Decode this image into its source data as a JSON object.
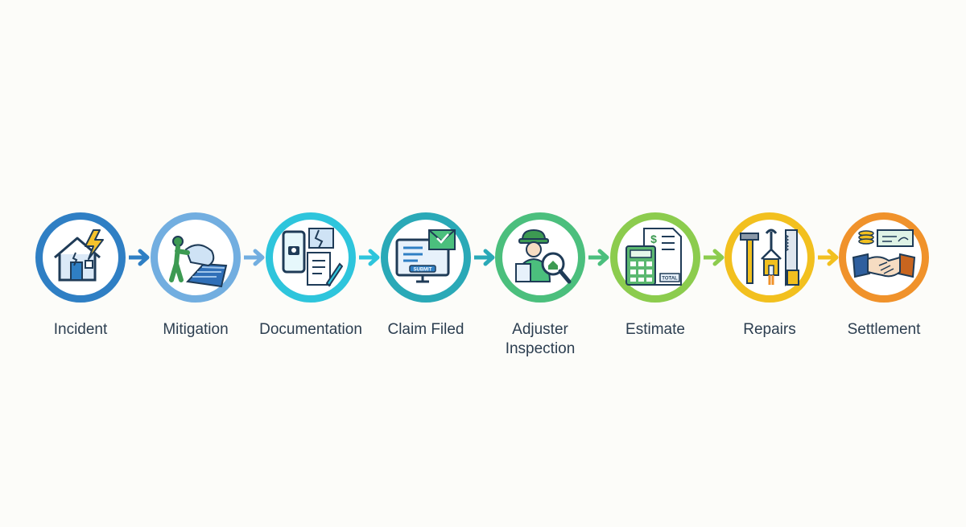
{
  "steps": [
    {
      "label": "Incident",
      "color": "#2f7fc4",
      "icon": "house-lightning-icon"
    },
    {
      "label": "Mitigation",
      "color": "#72aee0",
      "icon": "person-tarp-roof-icon"
    },
    {
      "label": "Documentation",
      "color": "#2ec5dc",
      "icon": "phone-camera-notes-icon"
    },
    {
      "label": "Claim Filed",
      "color": "#2aa9b7",
      "icon": "monitor-submit-envelope-icon"
    },
    {
      "label": "Adjuster\nInspection",
      "color": "#4bbf7d",
      "icon": "inspector-magnifier-icon"
    },
    {
      "label": "Estimate",
      "color": "#8ccc4e",
      "icon": "calculator-invoice-icon"
    },
    {
      "label": "Repairs",
      "color": "#f2c01f",
      "icon": "tools-house-icon"
    },
    {
      "label": "Settlement",
      "color": "#f0922b",
      "icon": "handshake-check-coins-icon"
    }
  ],
  "icon_text": {
    "submit": "SUBMIT",
    "total": "TOTAL",
    "dollar": "$"
  }
}
